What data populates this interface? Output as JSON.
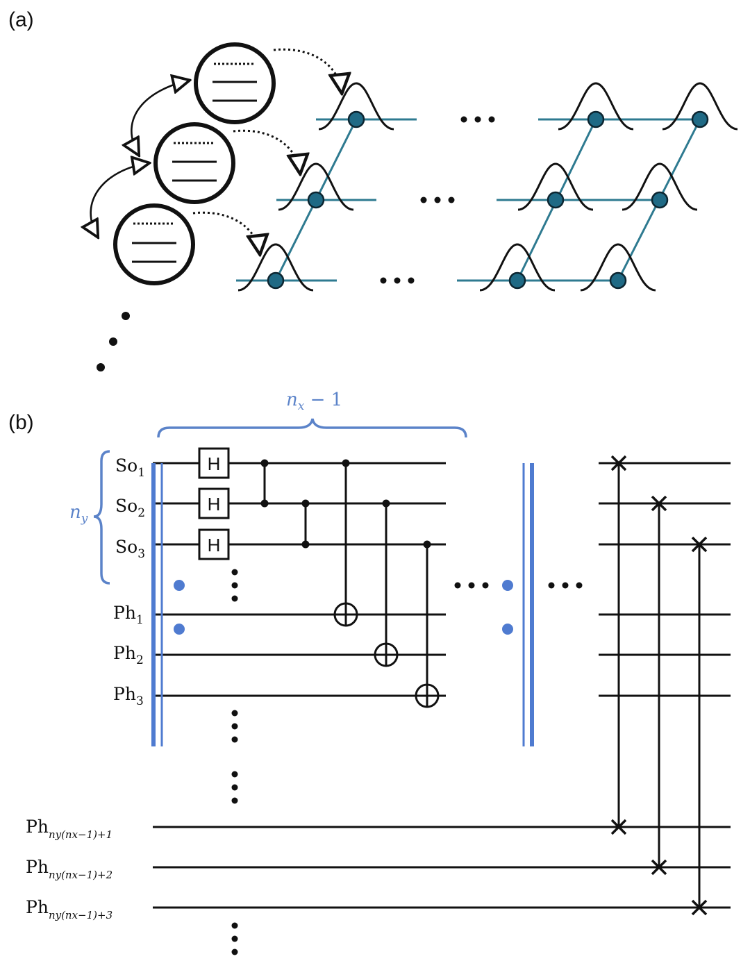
{
  "panels": {
    "a": "(a)",
    "b": "(b)"
  },
  "panel_b": {
    "brace_top_label": "n_x − 1",
    "brace_top_main": "n",
    "brace_top_sub": "x",
    "brace_top_rest": " − 1",
    "brace_left_main": "n",
    "brace_left_sub": "y",
    "gate_label": "H",
    "qubits": [
      {
        "main": "So",
        "sub": "1"
      },
      {
        "main": "So",
        "sub": "2"
      },
      {
        "main": "So",
        "sub": "3"
      },
      {
        "main": "Ph",
        "sub": "1"
      },
      {
        "main": "Ph",
        "sub": "2"
      },
      {
        "main": "Ph",
        "sub": "3"
      },
      {
        "main": "Ph",
        "sub": "ny(nx−1)+1"
      },
      {
        "main": "Ph",
        "sub": "ny(nx−1)+2"
      },
      {
        "main": "Ph",
        "sub": "ny(nx−1)+3"
      }
    ],
    "colors": {
      "blue": "#4f7bd0",
      "teal_line": "#2e7a90",
      "teal_dot": "#1f6a85"
    }
  }
}
